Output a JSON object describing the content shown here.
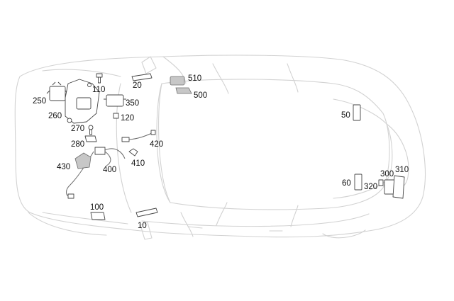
{
  "diagram": {
    "callouts": [
      {
        "id": "c10",
        "text": "10"
      },
      {
        "id": "c20",
        "text": "20"
      },
      {
        "id": "c50",
        "text": "50"
      },
      {
        "id": "c60",
        "text": "60"
      },
      {
        "id": "c100",
        "text": "100"
      },
      {
        "id": "c110",
        "text": "110"
      },
      {
        "id": "c120",
        "text": "120"
      },
      {
        "id": "c250",
        "text": "250"
      },
      {
        "id": "c260",
        "text": "260"
      },
      {
        "id": "c270",
        "text": "270"
      },
      {
        "id": "c280",
        "text": "280"
      },
      {
        "id": "c300",
        "text": "300"
      },
      {
        "id": "c310",
        "text": "310"
      },
      {
        "id": "c320",
        "text": "320"
      },
      {
        "id": "c350",
        "text": "350"
      },
      {
        "id": "c400",
        "text": "400"
      },
      {
        "id": "c410",
        "text": "410"
      },
      {
        "id": "c420",
        "text": "420"
      },
      {
        "id": "c430",
        "text": "430"
      },
      {
        "id": "c500",
        "text": "500"
      },
      {
        "id": "c510",
        "text": "510"
      }
    ]
  }
}
